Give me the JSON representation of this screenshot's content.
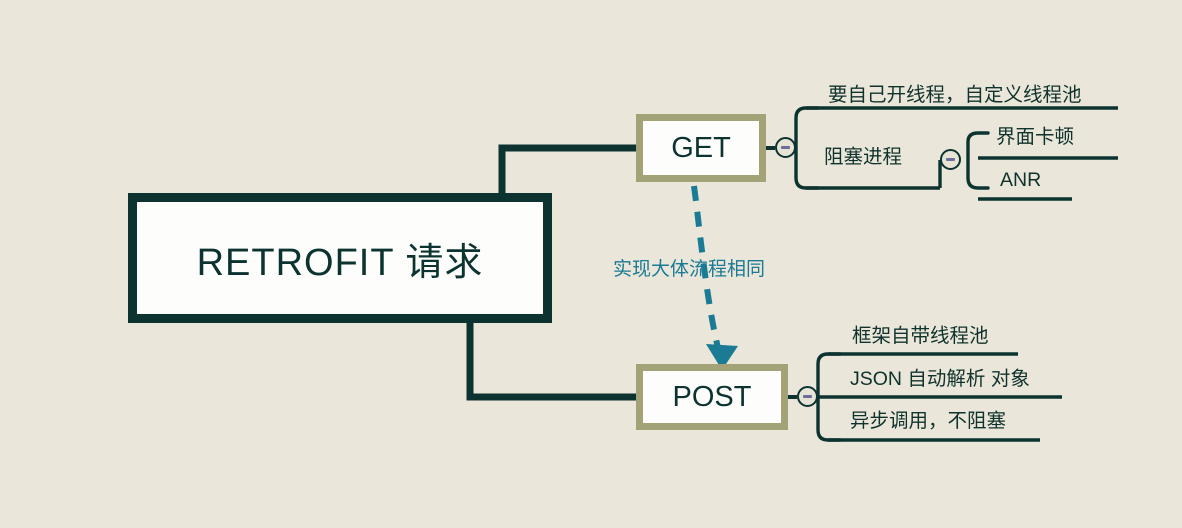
{
  "diagram": {
    "type": "mind-map",
    "title": "RETROFIT 请求",
    "background_color": "#eae7da",
    "root": {
      "label": "RETROFIT 请求",
      "border_color": "#0c3330",
      "fill_color": "#fdfdfb"
    },
    "branches": [
      {
        "id": "get",
        "label": "GET",
        "border_color": "#a3a377",
        "children": [
          {
            "id": "get-c1",
            "label": "要自己开线程，自定义线程池"
          },
          {
            "id": "get-c2",
            "label": "阻塞进程",
            "children": [
              {
                "id": "get-c2-1",
                "label": "界面卡顿"
              },
              {
                "id": "get-c2-2",
                "label": "ANR"
              }
            ]
          }
        ]
      },
      {
        "id": "post",
        "label": "POST",
        "border_color": "#a3a377",
        "children": [
          {
            "id": "post-c1",
            "label": "框架自带线程池"
          },
          {
            "id": "post-c2",
            "label": "JSON 自动解析 对象"
          },
          {
            "id": "post-c3",
            "label": "异步调用，不阻塞"
          }
        ]
      }
    ],
    "cross_link": {
      "label": "实现大体流程相同",
      "from": "get",
      "to": "post",
      "style": "dashed-arrow",
      "color": "#1b7a94"
    },
    "toggles": [
      {
        "id": "toggle-get",
        "state": "expanded",
        "symbol": "−"
      },
      {
        "id": "toggle-blocking",
        "state": "expanded",
        "symbol": "−"
      },
      {
        "id": "toggle-post",
        "state": "expanded",
        "symbol": "−"
      }
    ]
  }
}
